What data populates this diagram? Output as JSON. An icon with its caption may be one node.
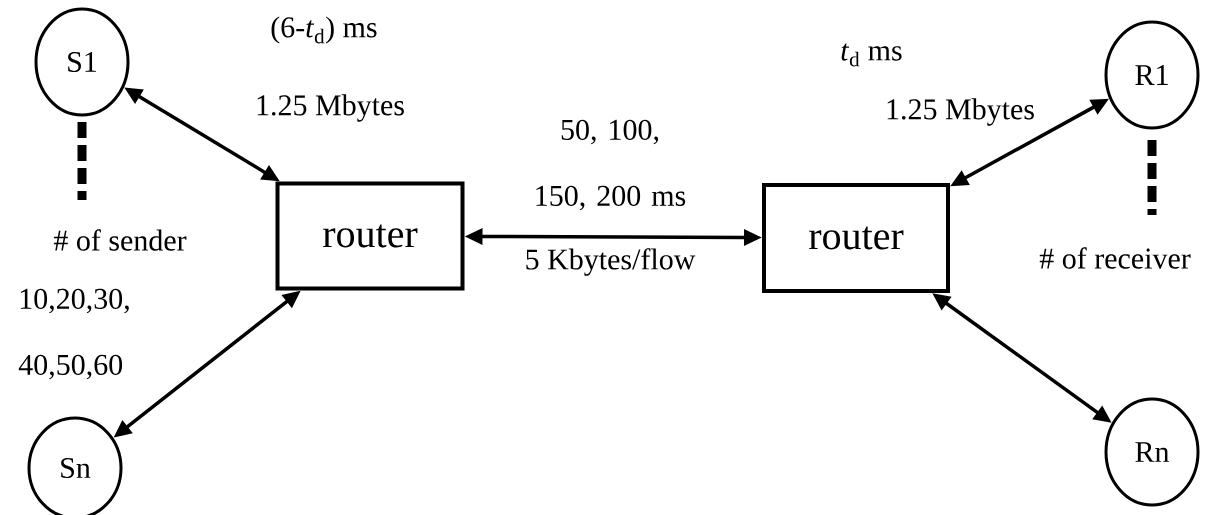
{
  "diagram": {
    "nodes": [
      {
        "text": [
          "S1"
        ]
      },
      {
        "text": [
          "Sn"
        ]
      },
      {
        "text": [
          "router"
        ]
      },
      {
        "text": [
          "router"
        ]
      },
      {
        "text": [
          "R1"
        ]
      },
      {
        "text": [
          "Rn"
        ]
      }
    ],
    "edges": [
      {
        "from": 0,
        "to": 2,
        "arrow": "both"
      },
      {
        "from": 1,
        "to": 2,
        "arrow": "both"
      },
      {
        "from": 2,
        "to": 3,
        "arrow": "both"
      },
      {
        "from": 4,
        "to": 3,
        "arrow": "both"
      },
      {
        "from": 5,
        "to": 3,
        "arrow": "both"
      }
    ],
    "labels": [
      "(6-*t*$_{d}$) ms",
      "*t*$_{d}$ ms",
      "1.25 Mbytes",
      "50, 100, 150, 200 ms",
      "1.25 Mbytes",
      "# of sender",
      "5 Kbytes/flow",
      "# of receiver",
      "10,20,30, 40,50,60"
    ]
  }
}
